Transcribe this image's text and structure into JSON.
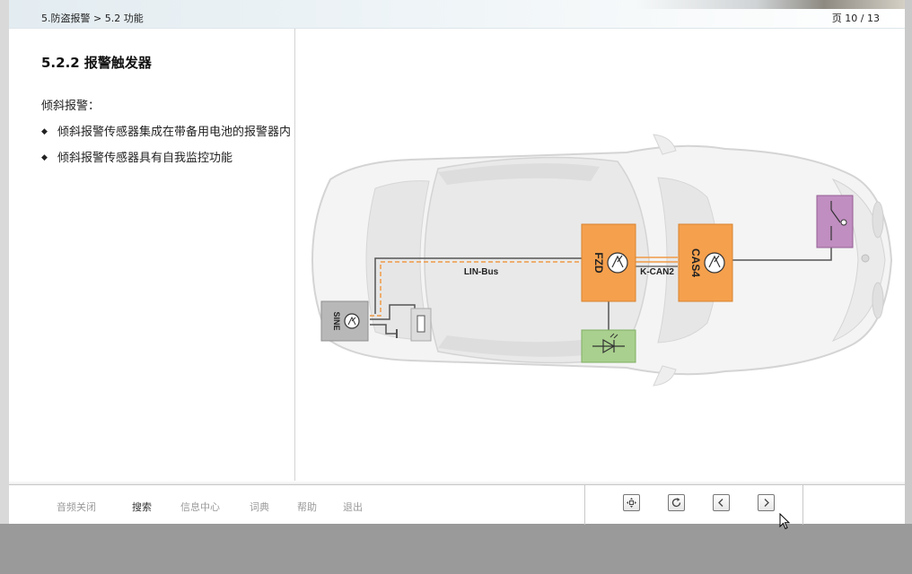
{
  "header": {
    "breadcrumb": "5.防盗报警 > 5.2 功能",
    "page_indicator": "页 10 / 13"
  },
  "content": {
    "title": "5.2.2 报警触发器",
    "subheading": "倾斜报警：",
    "bullets": [
      "倾斜报警传感器集成在带备用电池的报警器内",
      "倾斜报警传感器具有自我监控功能"
    ]
  },
  "diagram": {
    "modules": {
      "sine": "SINE",
      "fzd": "FZD",
      "cas4": "CAS4"
    },
    "bus_labels": {
      "lin": "LIN-Bus",
      "kcan": "K-CAN2"
    },
    "colors": {
      "ecu": "#f5a04d",
      "sine": "#b4b4b4",
      "led": "#a9d08e",
      "switch": "#c08ec0",
      "lin_bus": "#f09a45",
      "kcan_bus": "#f09a45"
    }
  },
  "footer": {
    "links": [
      "音频关闭",
      "搜索",
      "信息中心",
      "词典",
      "帮助",
      "退出"
    ],
    "active_link": "搜索"
  },
  "nav_icons": [
    "overview-icon",
    "reload-icon",
    "previous-icon",
    "next-icon"
  ]
}
